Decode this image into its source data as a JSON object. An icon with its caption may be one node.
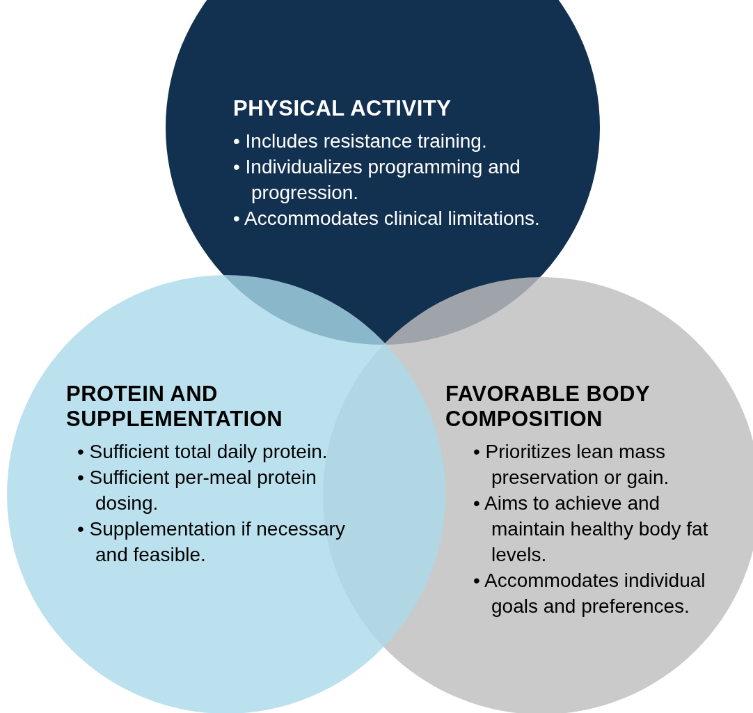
{
  "diagram": {
    "nodes": [
      {
        "text": [
          "PHYSICAL ACTIVITY",
          "• Includes resistance training.",
          "• Individualizes programming and progression.",
          "• Accommodates clinical limitations."
        ]
      },
      {
        "text": [
          "PROTEIN AND SUPPLEMENTATION",
          "• Sufficient total daily protein.",
          "• Sufficient per-meal protein dosing.",
          "• Supplementation if necessary and feasible."
        ]
      },
      {
        "text": [
          "FAVORABLE BODY COMPOSITION",
          "• Prioritizes lean mass preservation or gain.",
          "• Aims to achieve and maintain healthy body fat levels.",
          "• Accommodates individual goals and preferences."
        ]
      }
    ],
    "edges": []
  }
}
